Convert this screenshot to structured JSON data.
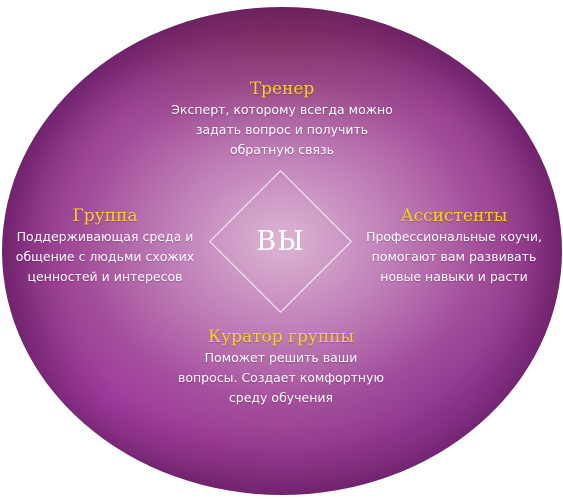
{
  "center": {
    "label": "ВЫ"
  },
  "roles": {
    "top": {
      "title": "Тренер",
      "lines": [
        "Эксперт, которому всегда можно",
        "задать вопрос и получить",
        "обратную связь"
      ]
    },
    "left": {
      "title": "Группа",
      "lines": [
        "Поддерживающая среда и",
        "общение с людьми схожих",
        "ценностей и интересов"
      ]
    },
    "right": {
      "title": "Ассистенты",
      "lines": [
        "Профессиональные коучи,",
        "помогают вам развивать",
        "новые навыки и расти"
      ]
    },
    "bottom": {
      "title": "Куратор группы",
      "lines": [
        "Поможет решить ваши",
        "вопросы. Создает комфортную",
        "среду обучения"
      ]
    }
  },
  "colors": {
    "title": "#f7d228",
    "body_text": "#ffffff",
    "disc_center": "#deb8d6",
    "disc_edge": "#56185a",
    "outline": "#ffffff"
  }
}
